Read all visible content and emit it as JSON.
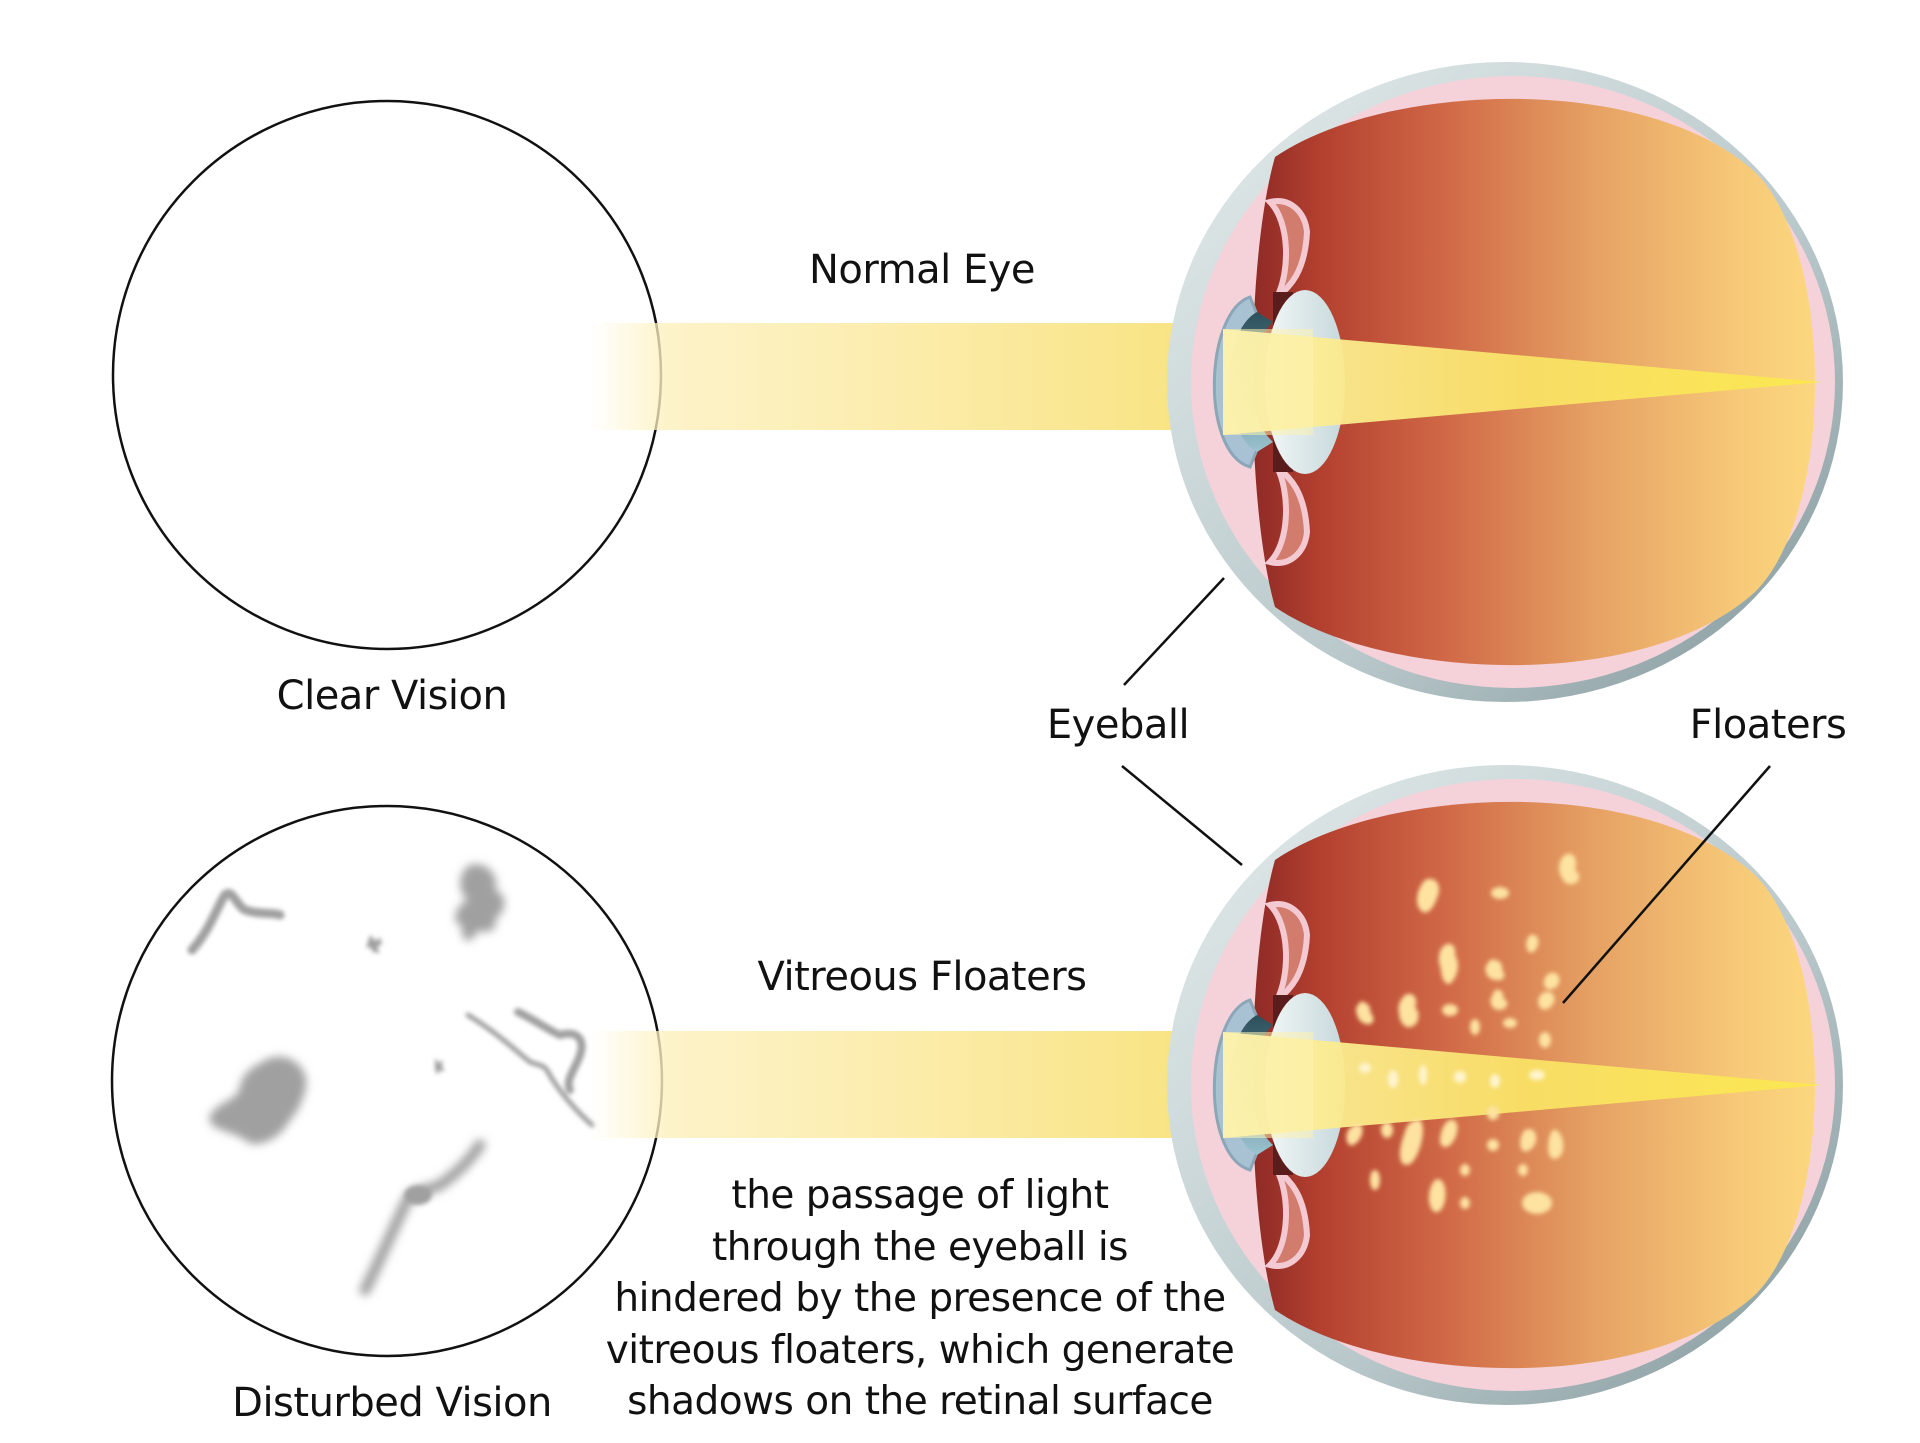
{
  "diagram": {
    "title": "Vitreous Floaters vs Normal Eye",
    "colors": {
      "background": "#ffffff",
      "text": "#111111",
      "circle_stroke": "#111111",
      "floater_shadow": "#9a9a9a",
      "light_beam": "#f7e27a",
      "light_beam_core": "#f9e55a",
      "vitreous_left": "#a93a2f",
      "vitreous_mid": "#d4744a",
      "vitreous_right": "#fbd57c",
      "sclera": "#b9c9cc",
      "choroid_pink": "#f6d3dc",
      "cornea": "#9fb9c9",
      "lens": "#e3eef0",
      "floater_spots": "#fde3a0"
    }
  },
  "labels": {
    "normal_eye": "Normal Eye",
    "clear_vision": "Clear Vision",
    "eyeball": "Eyeball",
    "floaters": "Floaters",
    "vitreous_floaters": "Vitreous Floaters",
    "disturbed_vision": "Disturbed Vision"
  },
  "caption": {
    "lines": [
      "the passage of light",
      "through the eyeball is",
      "hindered by the presence of the",
      "vitreous floaters, which generate",
      "shadows on the retinal surface"
    ]
  },
  "panels": [
    {
      "id": "top",
      "vision": "Clear Vision",
      "eye": "Normal Eye",
      "has_floaters": false
    },
    {
      "id": "bottom",
      "vision": "Disturbed Vision",
      "eye": "Vitreous Floaters",
      "has_floaters": true
    }
  ]
}
